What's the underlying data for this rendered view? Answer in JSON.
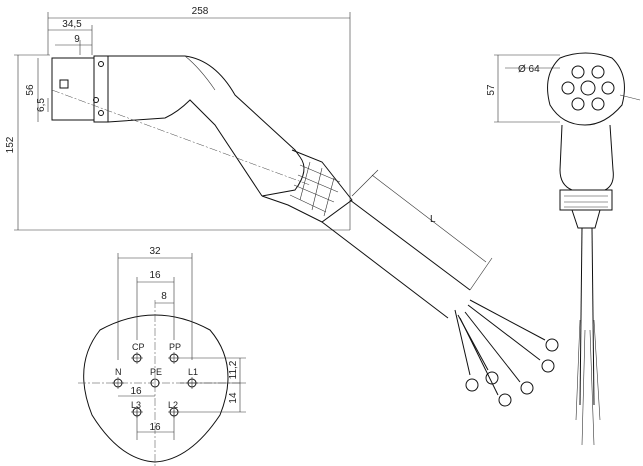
{
  "dimensions": {
    "overall_length": "258",
    "head_length": "34,5",
    "ring_width": "9",
    "head_height": "56",
    "latch_offset": "6,5",
    "overall_height": "152",
    "cable_length": "L",
    "front_diameter": "Ø 64",
    "front_height": "57"
  },
  "pin_layout": {
    "width_32": "32",
    "width_16_top": "16",
    "width_8": "8",
    "spacing_16_mid": "16",
    "spacing_16_bottom": "16",
    "vertical_11_2": "11,2",
    "vertical_14": "14"
  },
  "pins": [
    {
      "label": "CP"
    },
    {
      "label": "PP"
    },
    {
      "label": "N"
    },
    {
      "label": "PE"
    },
    {
      "label": "L1"
    },
    {
      "label": "L3"
    },
    {
      "label": "L2"
    }
  ],
  "colors": {
    "line": "#111111",
    "background": "#ffffff"
  }
}
